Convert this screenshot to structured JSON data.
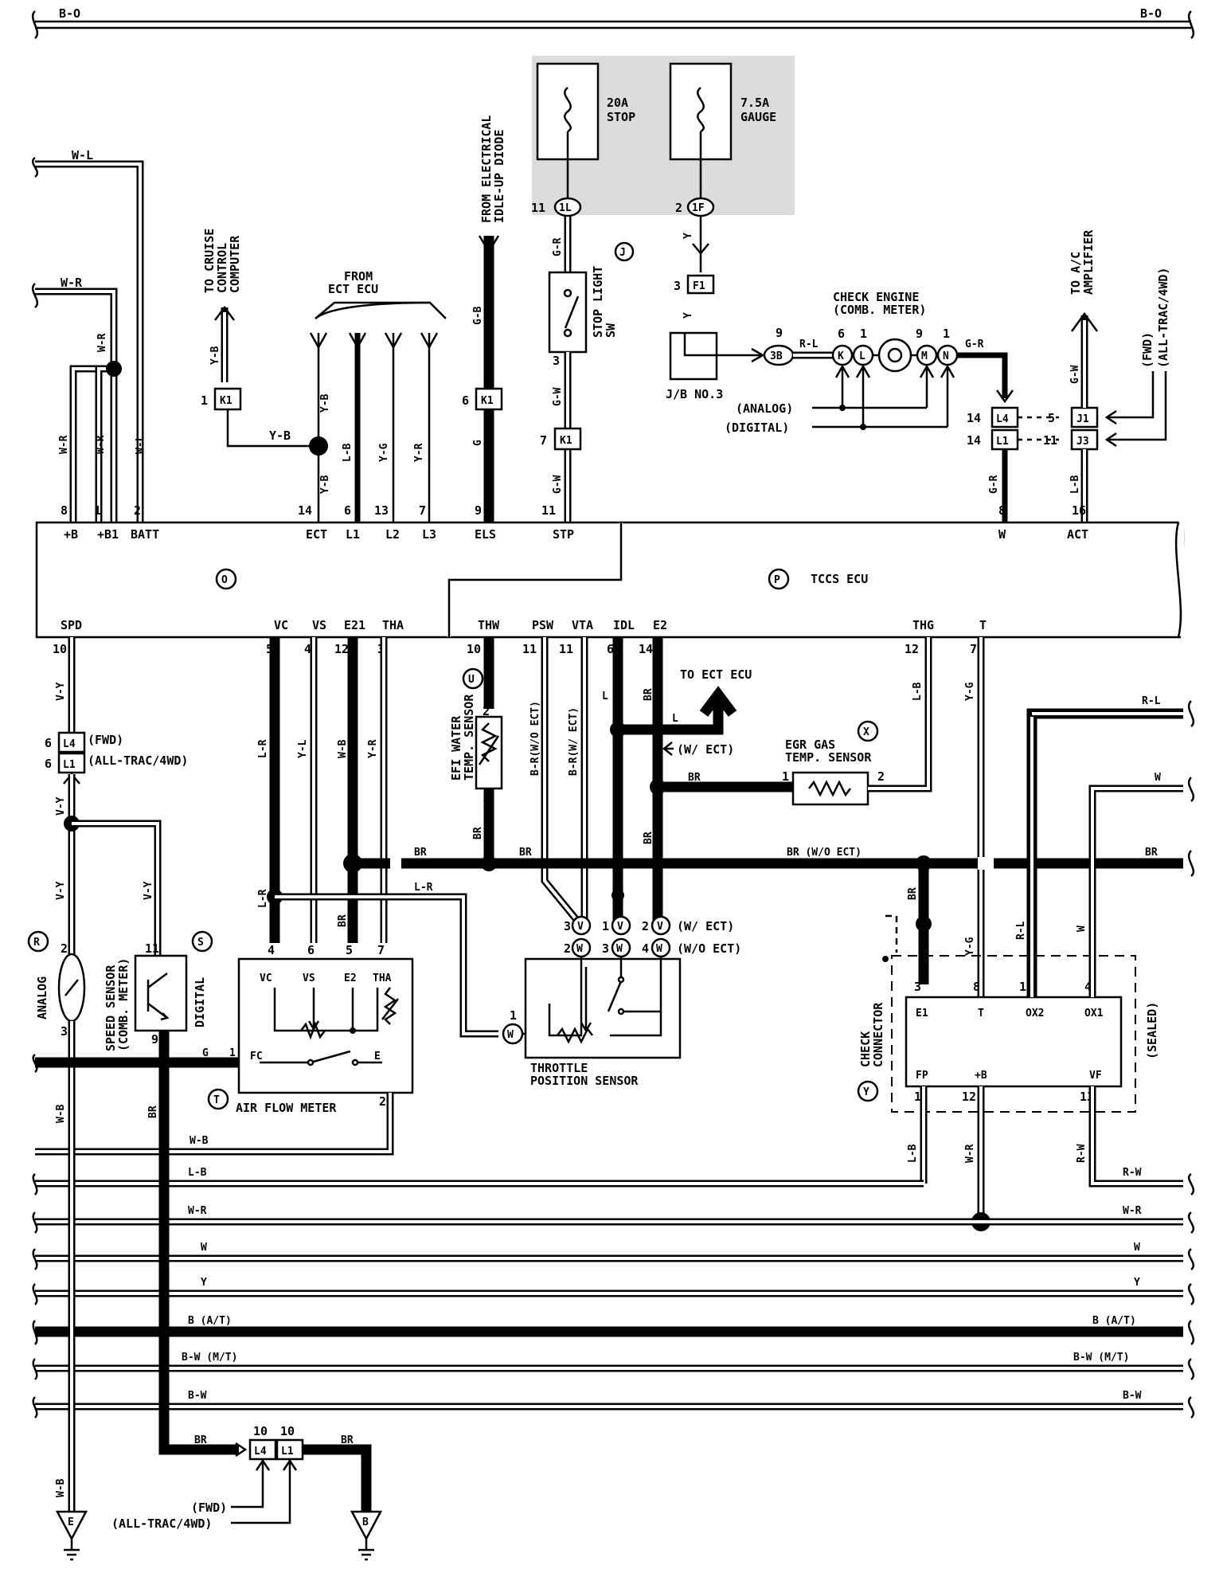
{
  "top_bus": {
    "left": "B-O",
    "right": "B-O"
  },
  "fuses": [
    {
      "rating": "20A",
      "name": "STOP"
    },
    {
      "rating": "7.5A",
      "name": "GAUGE"
    }
  ],
  "headers": {
    "cruise": [
      "TO CRUISE",
      "CONTROL",
      "COMPUTER"
    ],
    "ect": [
      "FROM",
      "ECT ECU"
    ],
    "idle": [
      "FROM ELECTRICAL",
      "IDLE-UP DIODE"
    ],
    "ac": [
      "TO A/C",
      "AMPLIFIER"
    ],
    "check_engine": [
      "CHECK ENGINE",
      "(COMB. METER)"
    ],
    "stop_light": [
      "STOP LIGHT",
      "SW"
    ],
    "jb": "J/B NO.3",
    "analog": "(ANALOG)",
    "digital": "(DIGITAL)",
    "fwd": "(FWD)",
    "all_trac": "(ALL-TRAC/4WD)",
    "to_ect": "TO ECT ECU",
    "w_ect": "(W/ ECT)",
    "wo_ect": "(W/O ECT)",
    "efi": [
      "EFI WATER",
      "TEMP. SENSOR"
    ],
    "egr": [
      "EGR GAS",
      "TEMP. SENSOR"
    ],
    "throttle": [
      "THROTTLE",
      "POSITION SENSOR"
    ],
    "air_flow": "AIR FLOW METER",
    "speed_sensor": [
      "SPEED SENSOR",
      "(COMB. METER)"
    ],
    "analog_side": "ANALOG",
    "digital_side": "DIGITAL",
    "check_connector": [
      "CHECK",
      "CONNECTOR"
    ],
    "sealed": "(SEALED)"
  },
  "ecu": {
    "name": "TCCS ECU",
    "top_terminals": [
      "+B",
      "+B1",
      "BATT",
      "ECT",
      "L1",
      "L2",
      "L3",
      "ELS",
      "STP",
      "W",
      "ACT"
    ],
    "top_pins": [
      "8",
      "1",
      "2",
      "14",
      "6",
      "13",
      "7",
      "9",
      "11",
      "8",
      "16"
    ],
    "bottom_terminals": [
      "SPD",
      "VC",
      "VS",
      "E21",
      "THA",
      "THW",
      "PSW",
      "VTA",
      "IDL",
      "E2",
      "THG",
      "T"
    ],
    "bottom_pins": [
      "10",
      "5",
      "4",
      "12",
      "3",
      "10",
      "11",
      "11",
      "6",
      "14",
      "12",
      "7"
    ]
  },
  "callouts": [
    "J",
    "O",
    "P",
    "U",
    "X",
    "R",
    "S",
    "T",
    "Y"
  ],
  "connectors": [
    "K1",
    "K1",
    "K1",
    "F1",
    "3B",
    "L4",
    "L1",
    "J1",
    "J3",
    "K",
    "L",
    "M",
    "N",
    "1L",
    "1F",
    "L4",
    "L1",
    "L4",
    "L1",
    "V",
    "V",
    "V",
    "W",
    "W",
    "W",
    "W"
  ],
  "right_buses": [
    "R-L",
    "W",
    "BR",
    "R-W",
    "W-R",
    "W",
    "Y",
    "B (A/T)",
    "B-W (M/T)",
    "B-W"
  ],
  "left_buses": [
    "W-L",
    "W-R",
    "W-B",
    "L-B",
    "W-R",
    "W",
    "Y",
    "B (A/T)",
    "B-W (M/T)",
    "B-W"
  ],
  "wire_labels": {
    "yb": "Y-B",
    "wr": "W-R",
    "wl": "W-L",
    "lb": "L-B",
    "yg": "Y-G",
    "yr": "Y-R",
    "g": "G",
    "gb": "G-B",
    "gr": "G-R",
    "gw": "G-W",
    "y": "Y",
    "rl": "R-L",
    "vy": "V-Y",
    "lr": "L-R",
    "yl": "Y-L",
    "wb": "W-B",
    "br": "BR",
    "l": "L",
    "brwo": "B-R(W/O ECT)",
    "brw": "B-R(W/ ECT)",
    "brwoect": "BR (W/O ECT)",
    "rw": "R-W",
    "w": "W"
  },
  "sensor_terms": {
    "afm": [
      "VC",
      "VS",
      "E2",
      "THA",
      "FC",
      "E"
    ],
    "cc": [
      "E1",
      "T",
      "OX2",
      "OX1",
      "FP",
      "+B",
      "VF"
    ]
  },
  "grounds": [
    "E",
    "B"
  ]
}
